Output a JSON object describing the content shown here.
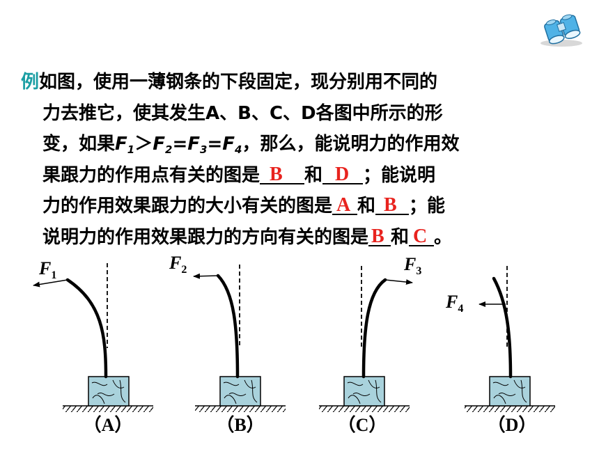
{
  "question": {
    "lead": "例",
    "l1": "如图，使用一薄钢条的下段固定，现分别用不同的",
    "l2": "力去推它，使其发生A、B、C、D各图中所示的形",
    "l3_a": "变，如果",
    "l3_b": "＞",
    "l3_c": "=",
    "l3_d": "=",
    "l3_e": "，那么，能说明力的作用效",
    "l4_a": "果跟力的作用点有关的图是",
    "l4_b": "和",
    "l4_c": "；能说明",
    "l5_a": "力的作用效果跟力的大小有关的图是",
    "l5_b": "和",
    "l5_c": "；能",
    "l6_a": "说明力的作用效果跟力的方向有关的图是",
    "l6_b": "和",
    "l6_c": "。",
    "force_var": "F",
    "sub1": "1",
    "sub2": "2",
    "sub3": "3",
    "sub4": "4"
  },
  "answers": {
    "point_1": "B",
    "point_2": "D",
    "size_1": "A",
    "size_2": "B",
    "dir_1": "B",
    "dir_2": "C"
  },
  "figures": [
    {
      "force_var": "F",
      "force_sub": "1",
      "caption": "（A）"
    },
    {
      "force_var": "F",
      "force_sub": "2",
      "caption": "（B）"
    },
    {
      "force_var": "F",
      "force_sub": "3",
      "caption": "（C）"
    },
    {
      "force_var": "F",
      "force_sub": "4",
      "caption": "（D）"
    }
  ],
  "colors": {
    "lead": "#1a9ea3",
    "answer": "#e8231e",
    "block": "#a9d2dc"
  },
  "icon": "binoculars-icon"
}
